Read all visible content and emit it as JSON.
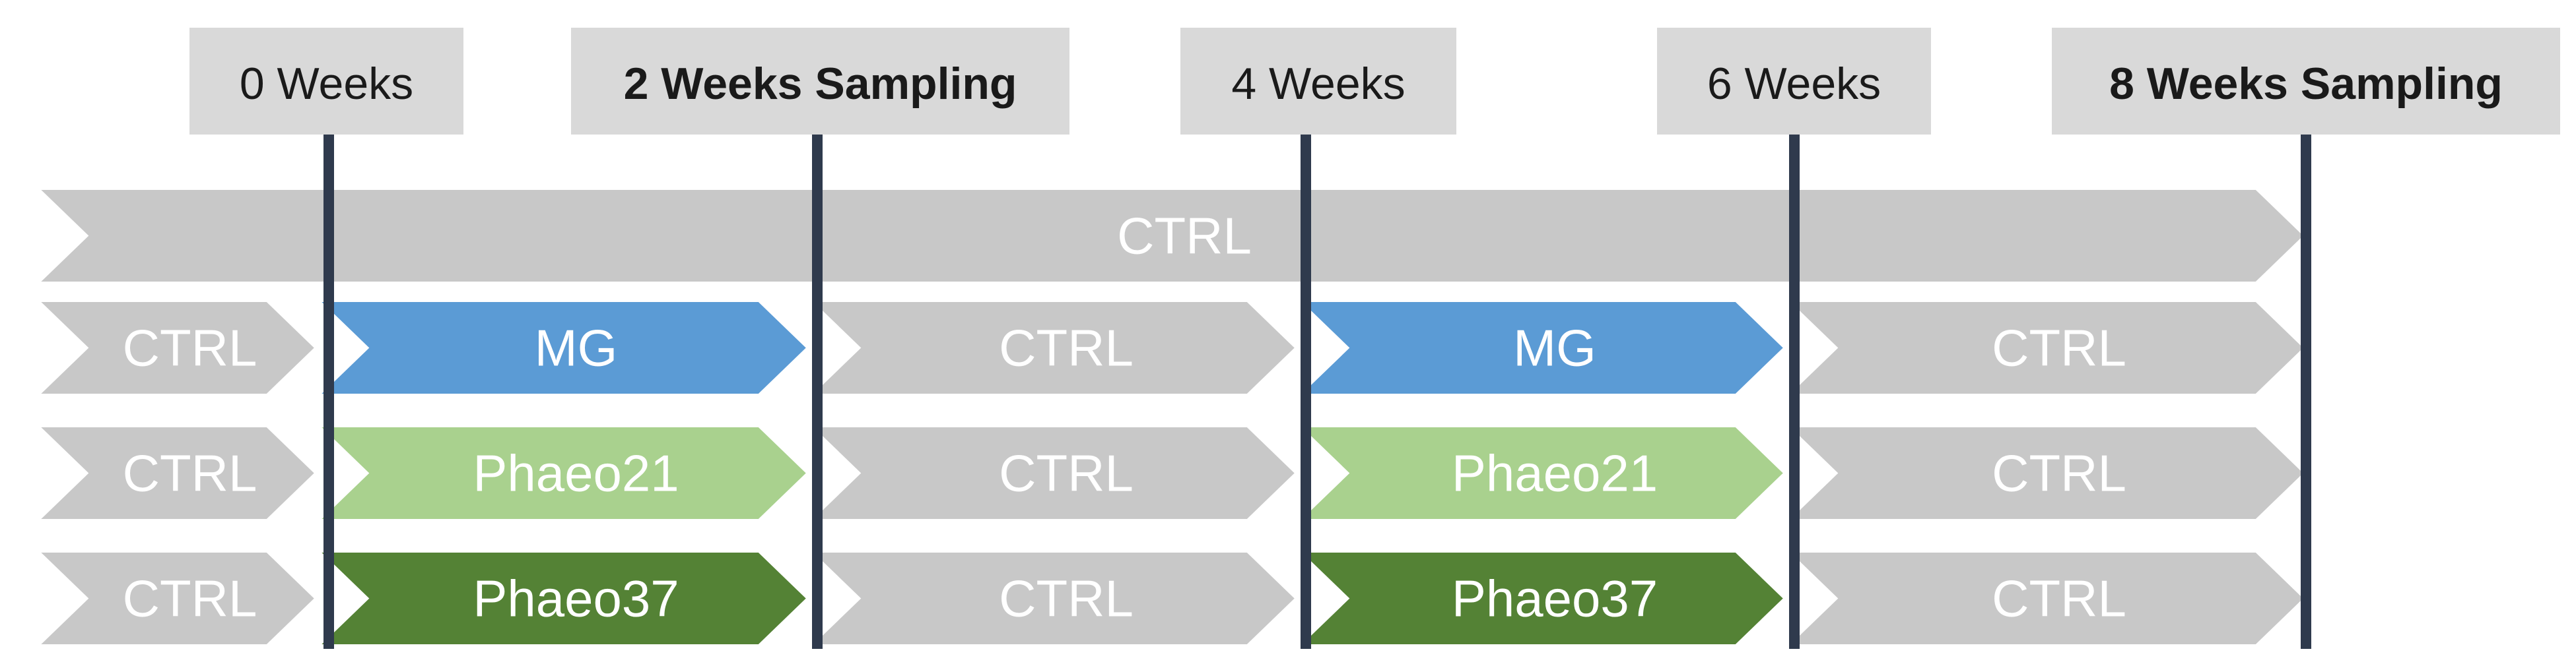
{
  "timepoints": [
    {
      "label": "0 Weeks",
      "bold": false
    },
    {
      "label": "2 Weeks Sampling",
      "bold": true
    },
    {
      "label": "4 Weeks",
      "bold": false
    },
    {
      "label": "6 Weeks",
      "bold": false
    },
    {
      "label": "8 Weeks Sampling",
      "bold": true
    }
  ],
  "rows": [
    {
      "segments": [
        {
          "label": "CTRL",
          "kind": "ctrl"
        }
      ]
    },
    {
      "segments": [
        {
          "label": "CTRL",
          "kind": "ctrl"
        },
        {
          "label": "MG",
          "kind": "mg"
        },
        {
          "label": "CTRL",
          "kind": "ctrl"
        },
        {
          "label": "MG",
          "kind": "mg"
        },
        {
          "label": "CTRL",
          "kind": "ctrl"
        }
      ]
    },
    {
      "segments": [
        {
          "label": "CTRL",
          "kind": "ctrl"
        },
        {
          "label": "Phaeo21",
          "kind": "phaeo21"
        },
        {
          "label": "CTRL",
          "kind": "ctrl"
        },
        {
          "label": "Phaeo21",
          "kind": "phaeo21"
        },
        {
          "label": "CTRL",
          "kind": "ctrl"
        }
      ]
    },
    {
      "segments": [
        {
          "label": "CTRL",
          "kind": "ctrl"
        },
        {
          "label": "Phaeo37",
          "kind": "phaeo37"
        },
        {
          "label": "CTRL",
          "kind": "ctrl"
        },
        {
          "label": "Phaeo37",
          "kind": "phaeo37"
        },
        {
          "label": "CTRL",
          "kind": "ctrl"
        }
      ]
    }
  ],
  "colors": {
    "ctrl": "#c8c8c8",
    "mg": "#5b9bd5",
    "phaeo21": "#a9d18e",
    "phaeo37": "#548235",
    "timeline_line": "#2f3a4d",
    "label_box": "#d9d9d9"
  }
}
